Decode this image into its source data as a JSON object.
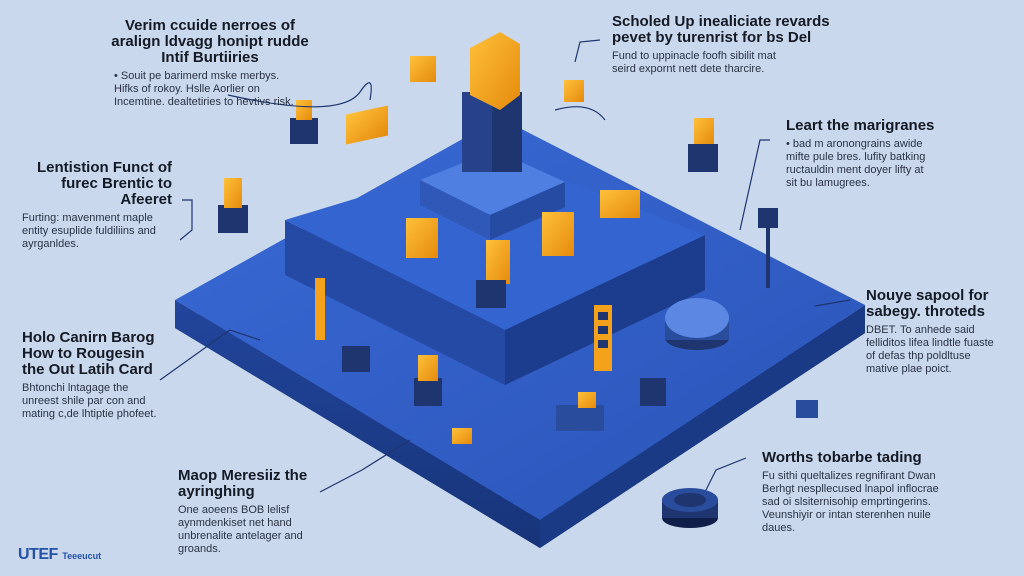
{
  "callouts": {
    "top_left": {
      "title": "Verim ccuide nerroes of aralign ldvagg honipt rudde Intif Burtiiries",
      "body": "• Souit pe barimerd mske merbys. Hifks of rokoy. Hslle Aorlier on Incemtine. dealtetiries to hevtivs risk."
    },
    "top_right": {
      "title": "Scholed Up inealiciate revards pevet by turenrist for bs Del",
      "body": "Fund to uppinacle foofh sibilit mat seird expornt nett dete tharcire."
    },
    "mid_left": {
      "title": "Lentistion Funct of furec Brentic to Afeeret",
      "body": "Furting: mavenment maple entity esuplide fuldiliins and ayrganldes."
    },
    "mid_right": {
      "title": "Leart the marigranes",
      "body": "• bad m aronongrains awide mifte pule bres. lufity batking ructauldin ment doyer lifty at sit bu lamugrees."
    },
    "left_low": {
      "title": "Holo Canirn Barog How to Rougesin the Out Latih Card",
      "body": "Bhtonchi lntagage the unreest shile par con and mating c,de lhtiptie phofeet."
    },
    "right_low": {
      "title": "Nouye sapool for sabegy. throteds",
      "body": "DBET. To anhede said felliditos lifea lindtle fuaste of defas thp poldltuse mative plae poict."
    },
    "bottom_center": {
      "title": "Maop Meresiiz the ayringhing",
      "body": "One aoeens BOB lelisf aynmdenkiset net hand unbrenalite antelager and groands."
    },
    "bottom_right": {
      "title": "Worths tobarbe tading",
      "body": "Fu sithi queltalizes regnifirant Dwan Berhgt nespllecused lnapol inflocrae sad oi slsiternisohip emprtingerins. Veunshiyir or intan sterenhen nuile daues."
    }
  },
  "logo": {
    "big": "UTEF",
    "small": "Teeeucut"
  },
  "colors": {
    "background": "#c9d8ec",
    "platform_top": "#2f5cc4",
    "platform_side": "#1f3f8f",
    "accent_orange": "#f4a21c",
    "dark_block": "#1e3570"
  }
}
